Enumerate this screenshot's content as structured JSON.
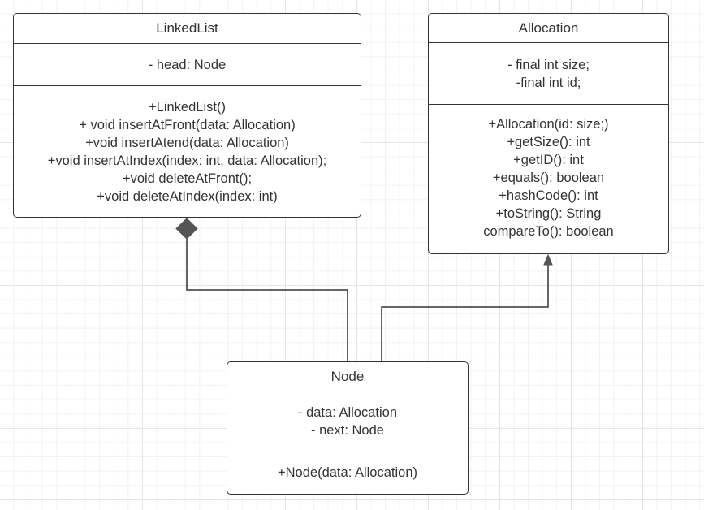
{
  "diagram": {
    "classes": {
      "linkedlist": {
        "name": "LinkedList",
        "attributes": [
          "- head: Node"
        ],
        "methods": [
          "+LinkedList()",
          "+ void insertAtFront(data: Allocation)",
          "+void insertAtend(data: Allocation)",
          "+void insertAtIndex(index: int, data: Allocation);",
          "+void deleteAtFront();",
          "+void deleteAtIndex(index: int)"
        ]
      },
      "allocation": {
        "name": "Allocation",
        "attributes": [
          "- final int size;",
          "-final int id;"
        ],
        "methods": [
          "+Allocation(id: size;)",
          "+getSize(): int",
          "+getID(): int",
          "+equals(): boolean",
          "+hashCode(): int",
          "+toString(): String",
          "compareTo(): boolean"
        ]
      },
      "node": {
        "name": "Node",
        "attributes": [
          "- data: Allocation",
          "- next: Node"
        ],
        "methods": [
          "+Node(data: Allocation)"
        ]
      }
    },
    "relationships": [
      {
        "from": "node",
        "to": "linkedlist",
        "type": "composition"
      },
      {
        "from": "node",
        "to": "allocation",
        "type": "association-arrow"
      }
    ],
    "colors": {
      "stroke": "#333333",
      "text": "#333333",
      "grid": "#e6e6e6",
      "background": "#ffffff"
    }
  }
}
